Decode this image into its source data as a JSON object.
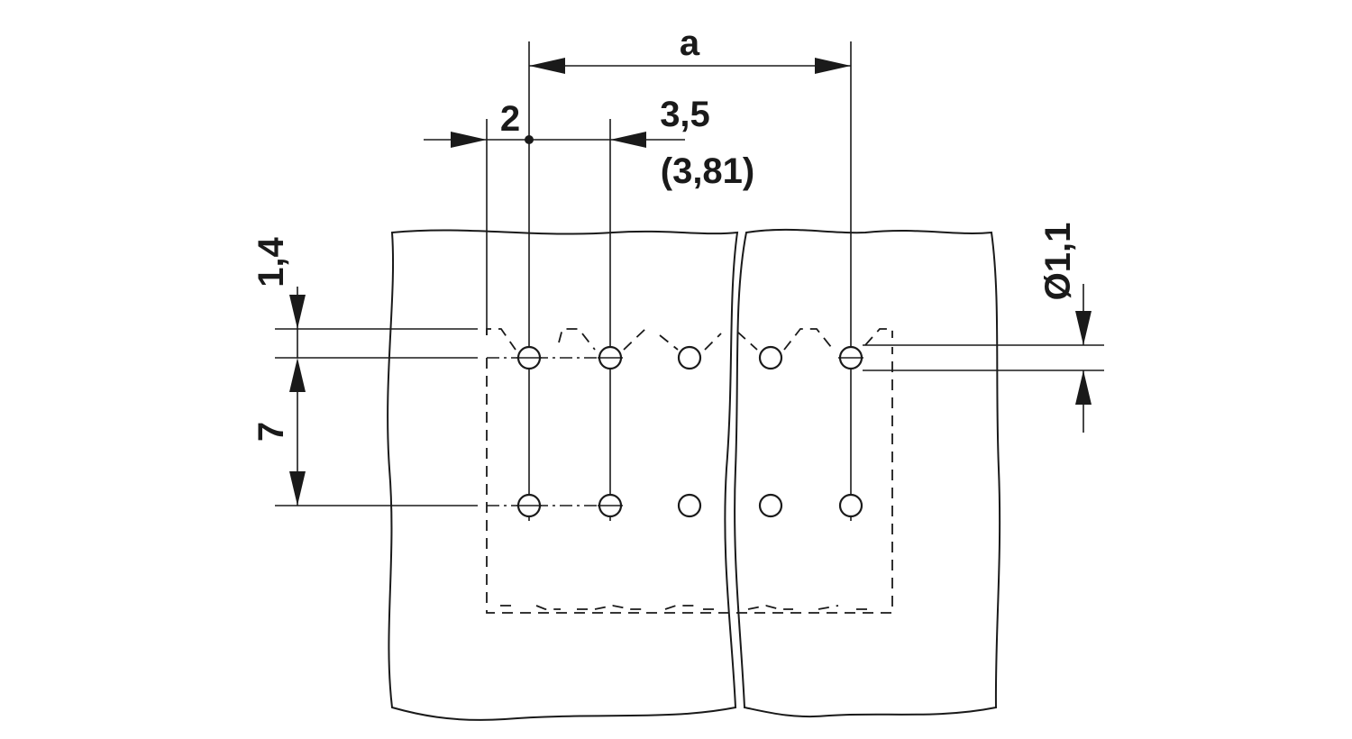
{
  "dimensions": {
    "pitch_total": "a",
    "edge_offset": "2",
    "pitch": "3,5",
    "pitch_alt": "(3,81)",
    "row_offset": "1,4",
    "row_spacing": "7",
    "hole_diameter": "Ø1,1"
  },
  "colors": {
    "line": "#1a1a1a",
    "background": "#ffffff"
  }
}
